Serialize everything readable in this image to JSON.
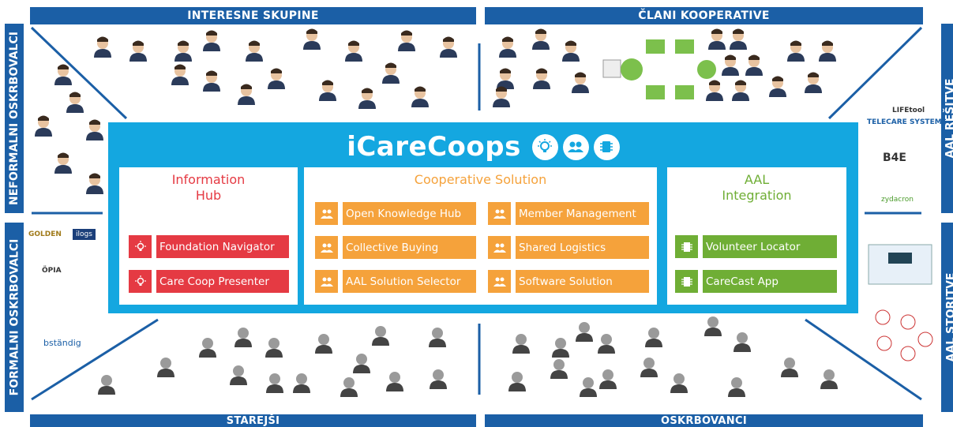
{
  "bands": {
    "top_left": "INTERESNE SKUPINE",
    "top_right": "ČLANI KOOPERATIVE",
    "bottom_left": "STAREJŠI",
    "bottom_right": "OSKRBOVANCI",
    "left_top": "NEFORMALNI OSKRBOVALCI",
    "left_bottom": "FORMALNI OSKRBOVALCI",
    "right_top": "AAL REŠITVE",
    "right_bottom": "AAL STORITVE"
  },
  "logo": {
    "title": "iCareCoops",
    "icons": [
      "lightbulb-icon",
      "people-icon",
      "chip-icon"
    ]
  },
  "information_hub": {
    "title_line1": "Information",
    "title_line2": "Hub",
    "buttons": [
      "Foundation Navigator",
      "Care Coop Presenter"
    ],
    "color": "#e53a43"
  },
  "cooperative_solution": {
    "title": "Cooperative Solution",
    "buttons_left": [
      "Open Knowledge Hub",
      "Collective Buying",
      "AAL Solution Selector"
    ],
    "buttons_right": [
      "Member Management",
      "Shared Logistics",
      "Software Solution"
    ],
    "color": "#f5a23b"
  },
  "aal_integration": {
    "title_line1": "AAL",
    "title_line2": "Integration",
    "buttons": [
      "Volunteer Locator",
      "CareCast App"
    ],
    "color": "#6fae35"
  },
  "partner_logos_right": [
    "LIFEtool",
    "TELECARE SYSTEMS",
    "B4E",
    "zydacron"
  ],
  "partner_logos_left": [
    "GOLDEN",
    "ilogs",
    "ÖPIA",
    "bständig"
  ],
  "colors": {
    "band": "#1b5fa6",
    "main": "#14a7e0"
  }
}
